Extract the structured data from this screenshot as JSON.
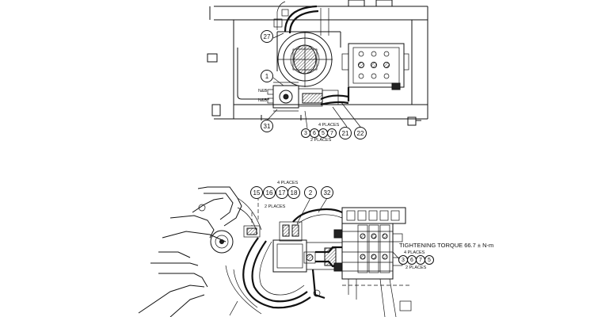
{
  "top_view": {
    "callouts": [
      {
        "label": "27"
      },
      {
        "label": "1"
      },
      {
        "label": "31"
      },
      {
        "label": "3"
      },
      {
        "label": "6"
      },
      {
        "label": "5"
      },
      {
        "label": "7"
      },
      {
        "label": "21"
      },
      {
        "label": "22"
      }
    ],
    "side_labels": [
      "N&B",
      "N&B"
    ],
    "note_4_places": "4 PLACES",
    "note_2_places": "2 PLACES"
  },
  "bottom_view": {
    "top_callouts": [
      {
        "label": "15"
      },
      {
        "label": "16"
      },
      {
        "label": "17"
      },
      {
        "label": "18"
      },
      {
        "label": "2"
      },
      {
        "label": "32"
      }
    ],
    "note_4_places_top": "4 PLACES",
    "note_2_places_left": "2 PLACES",
    "torque_note": "TIGHTENING TORQUE 66.7 ± N-m",
    "right_callouts": [
      {
        "label": "3"
      },
      {
        "label": "6"
      },
      {
        "label": "7"
      },
      {
        "label": "5"
      }
    ],
    "note_4_places_right": "4 PLACES",
    "note_2_places_right": "2 PLACES"
  }
}
